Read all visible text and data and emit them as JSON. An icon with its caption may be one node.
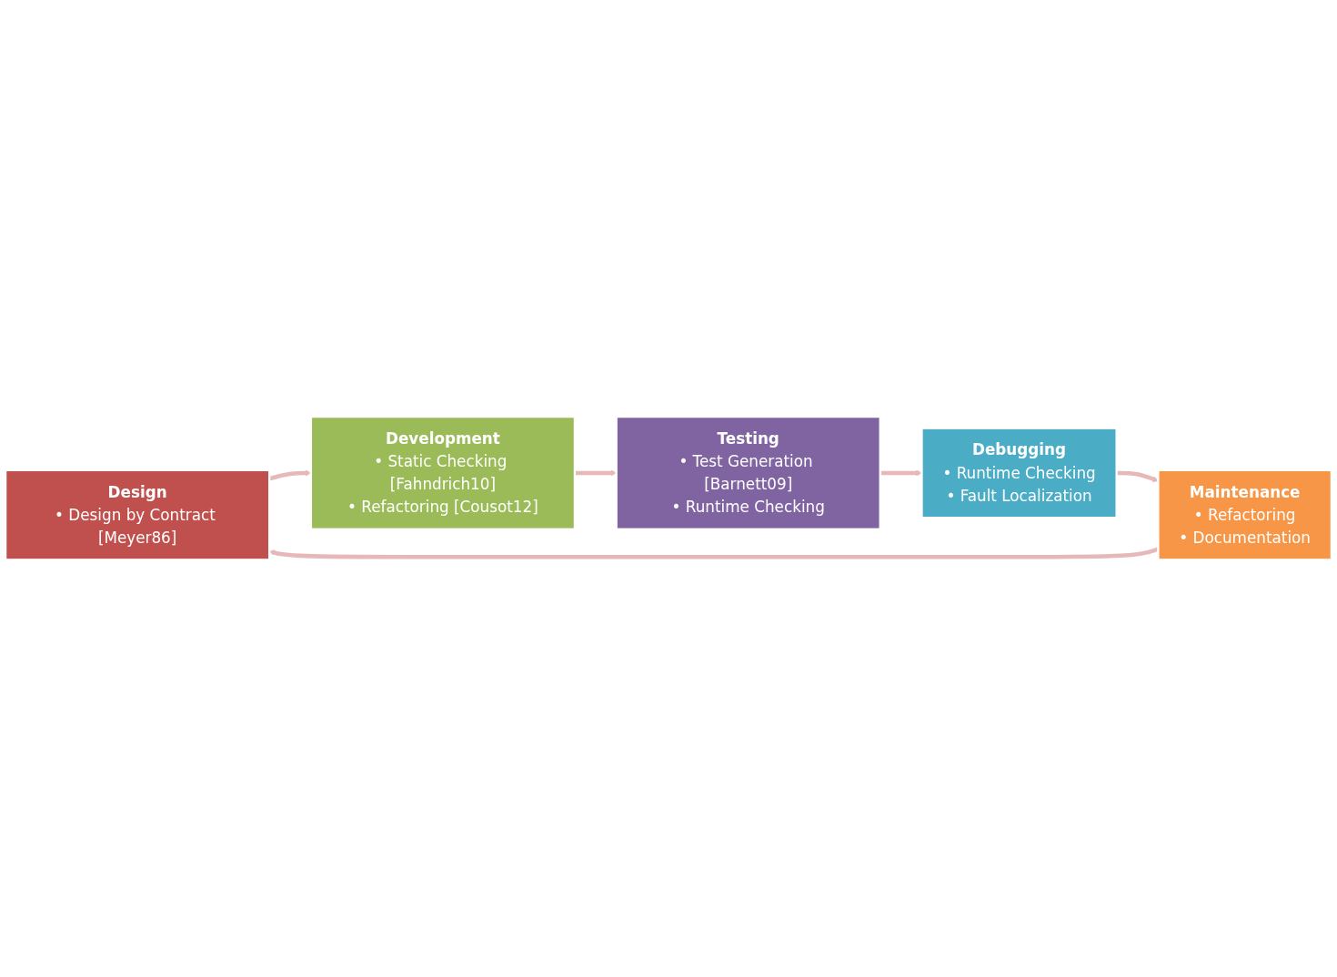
{
  "diagram": {
    "nodes": [
      {
        "text": [
          "Design",
          "• Design by Contract [Meyer86]"
        ]
      },
      {
        "text": [
          "Development",
          "• Static Checking [Fahndrich10]",
          "• Refactoring [Cousot12]"
        ]
      },
      {
        "text": [
          "Testing",
          "• Test Generation [Barnett09]",
          "• Runtime Checking"
        ]
      },
      {
        "text": [
          "Debugging",
          "• Runtime Checking",
          "• Fault Localization"
        ]
      },
      {
        "text": [
          "Maintenance",
          "• Refactoring",
          "• Documentation"
        ]
      }
    ],
    "edges": [
      {
        "from": 0,
        "to": 1,
        "arrow": "to"
      },
      {
        "from": 1,
        "to": 2,
        "arrow": "to"
      },
      {
        "from": 2,
        "to": 3,
        "arrow": "to"
      },
      {
        "from": 3,
        "to": 4,
        "arrow": "to"
      },
      {
        "from": 4,
        "to": 0,
        "arrow": "to"
      }
    ]
  }
}
